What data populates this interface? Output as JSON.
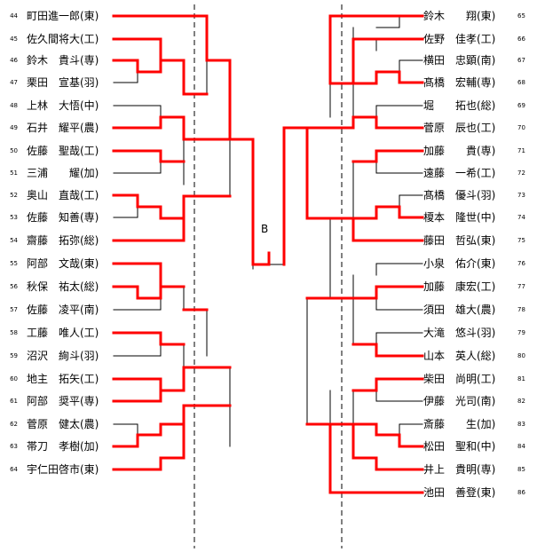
{
  "pool_label": "B",
  "colors": {
    "winner_line": "#ff0000",
    "loser_line": "#000000",
    "divider": "#000000"
  },
  "left_players": [
    {
      "seed": "44",
      "name": "町田進一郎(東)"
    },
    {
      "seed": "45",
      "name": "佐久間将大(工)"
    },
    {
      "seed": "46",
      "name": "鈴木　貴斗(専)"
    },
    {
      "seed": "47",
      "name": "栗田　宣基(羽)"
    },
    {
      "seed": "48",
      "name": "上林　大悟(中)"
    },
    {
      "seed": "49",
      "name": "石井　耀平(農)"
    },
    {
      "seed": "50",
      "name": "佐藤　聖哉(工)"
    },
    {
      "seed": "51",
      "name": "三浦　　耀(加)"
    },
    {
      "seed": "52",
      "name": "奥山　直哉(工)"
    },
    {
      "seed": "53",
      "name": "佐藤　知善(専)"
    },
    {
      "seed": "54",
      "name": "齋藤　拓弥(総)"
    },
    {
      "seed": "55",
      "name": "阿部　文哉(東)"
    },
    {
      "seed": "56",
      "name": "秋保　祐太(総)"
    },
    {
      "seed": "57",
      "name": "佐藤　凌平(南)"
    },
    {
      "seed": "58",
      "name": "工藤　唯人(工)"
    },
    {
      "seed": "59",
      "name": "沼沢　絢斗(羽)"
    },
    {
      "seed": "60",
      "name": "地主　拓矢(工)"
    },
    {
      "seed": "61",
      "name": "阿部　奨平(専)"
    },
    {
      "seed": "62",
      "name": "菅原　健太(農)"
    },
    {
      "seed": "63",
      "name": "帯刀　孝樹(加)"
    },
    {
      "seed": "64",
      "name": "宇仁田啓市(東)"
    }
  ],
  "right_players": [
    {
      "seed": "65",
      "name": "鈴木　　翔(東)"
    },
    {
      "seed": "66",
      "name": "佐野　佳孝(工)"
    },
    {
      "seed": "67",
      "name": "横田　忠顕(南)"
    },
    {
      "seed": "68",
      "name": "髙橋　宏輔(専)"
    },
    {
      "seed": "69",
      "name": "堀　　拓也(総)"
    },
    {
      "seed": "70",
      "name": "菅原　辰也(工)"
    },
    {
      "seed": "71",
      "name": "加藤　　貴(専)"
    },
    {
      "seed": "72",
      "name": "遠藤　一希(工)"
    },
    {
      "seed": "73",
      "name": "髙橋　優斗(羽)"
    },
    {
      "seed": "74",
      "name": "榎本　隆世(中)"
    },
    {
      "seed": "75",
      "name": "藤田　哲弘(東)"
    },
    {
      "seed": "76",
      "name": "小泉　佑介(東)"
    },
    {
      "seed": "77",
      "name": "加藤　康宏(工)"
    },
    {
      "seed": "78",
      "name": "須田　雄大(農)"
    },
    {
      "seed": "79",
      "name": "大滝　悠斗(羽)"
    },
    {
      "seed": "80",
      "name": "山本　英人(総)"
    },
    {
      "seed": "81",
      "name": "柴田　尚明(工)"
    },
    {
      "seed": "82",
      "name": "伊藤　光司(南)"
    },
    {
      "seed": "83",
      "name": "斎藤　　生(加)"
    },
    {
      "seed": "84",
      "name": "松田　聖和(中)"
    },
    {
      "seed": "85",
      "name": "井上　貴明(専)"
    },
    {
      "seed": "86",
      "name": "池田　善登(東)"
    }
  ]
}
